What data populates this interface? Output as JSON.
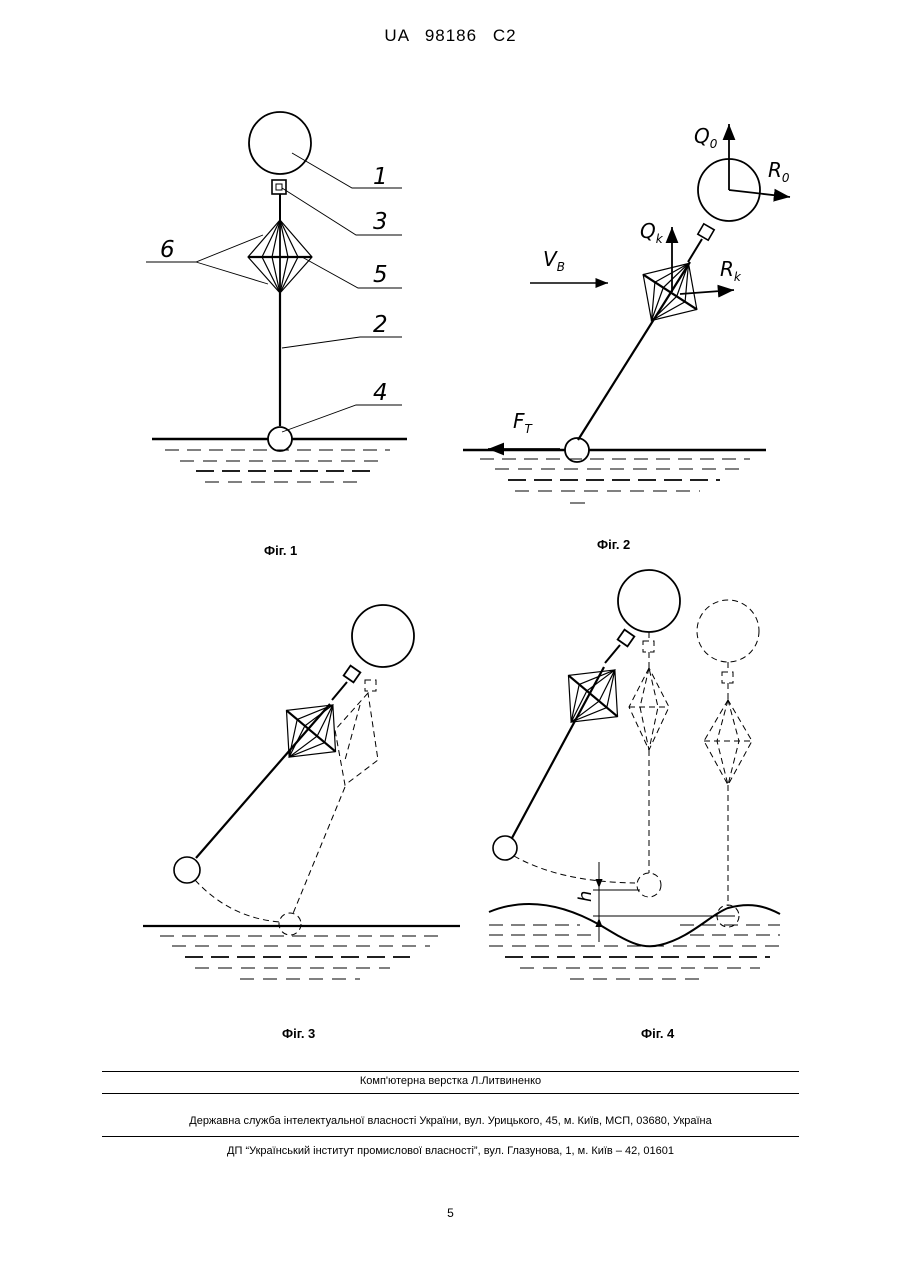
{
  "header": {
    "patent": "UA 98186 C2"
  },
  "figures": {
    "fig1": {
      "caption": "Фіг. 1",
      "callouts": [
        "1",
        "3",
        "6",
        "5",
        "2",
        "4"
      ]
    },
    "fig2": {
      "caption": "Фіг. 2",
      "labels": {
        "q0": "Q",
        "q0_sub": "0",
        "r0": "R",
        "r0_sub": "0",
        "qk": "Q",
        "qk_sub": "k",
        "rk": "R",
        "rk_sub": "k",
        "vb": "V",
        "vb_sub": "B",
        "ft": "F",
        "ft_sub": "T"
      }
    },
    "fig3": {
      "caption": "Фіг. 3"
    },
    "fig4": {
      "caption": "Фіг. 4",
      "labels": {
        "h": "h"
      }
    }
  },
  "footer": {
    "layout_credit": "Комп'ютерна верстка Л.Литвиненко",
    "agency": "Державна служба інтелектуальної власності України, вул. Урицького, 45, м. Київ, МСП, 03680, Україна",
    "institute": "ДП “Український інститут промислової власності”, вул. Глазунова, 1, м. Київ – 42, 01601"
  },
  "page": {
    "number": "5"
  }
}
